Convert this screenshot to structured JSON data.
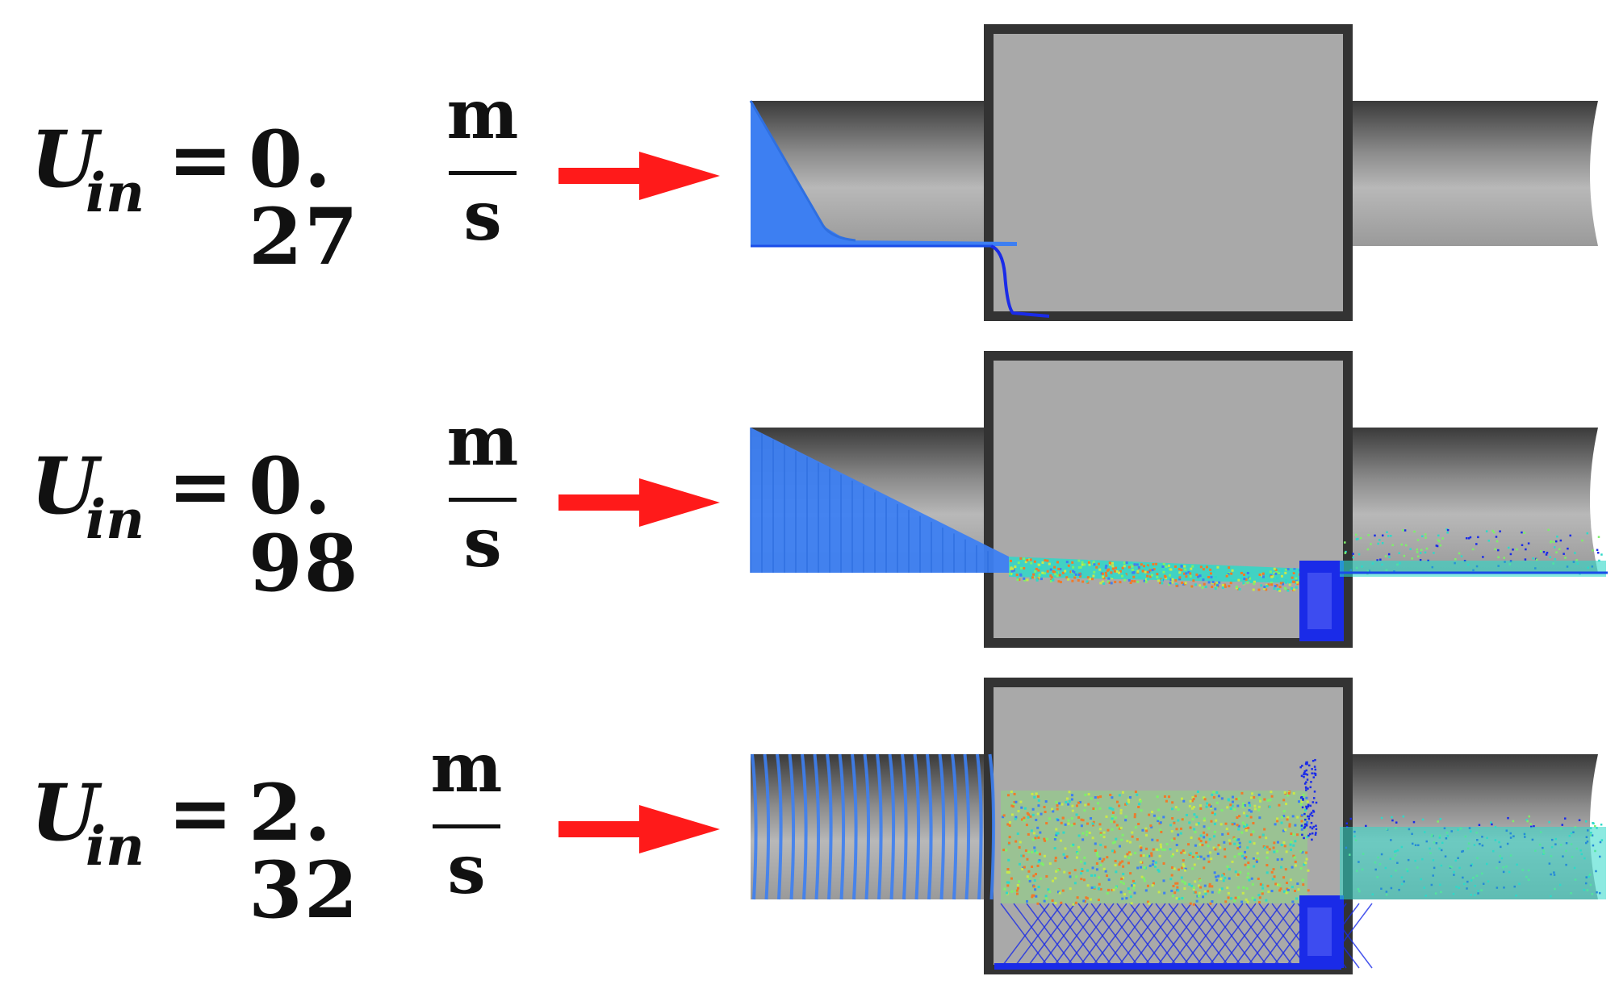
{
  "rows": [
    {
      "symbol": "U",
      "subscript": "in",
      "equals": "=",
      "value": "0. 27",
      "unit_numerator": "m",
      "unit_denominator": "s"
    },
    {
      "symbol": "U",
      "subscript": "in",
      "equals": "=",
      "value": "0. 98",
      "unit_numerator": "m",
      "unit_denominator": "s"
    },
    {
      "symbol": "U",
      "subscript": "in",
      "equals": "=",
      "value": "2. 32",
      "unit_numerator": "m",
      "unit_denominator": "s"
    }
  ],
  "colors": {
    "arrow": "#ff1a1a",
    "fluid_blue": "#3d7ff2",
    "deep_blue": "#1a2be8",
    "cyan": "#2fd9c8",
    "green": "#7df06a",
    "orange": "#f07a2a",
    "chamber_fill": "#a9a9a9",
    "chamber_border": "#333333"
  }
}
